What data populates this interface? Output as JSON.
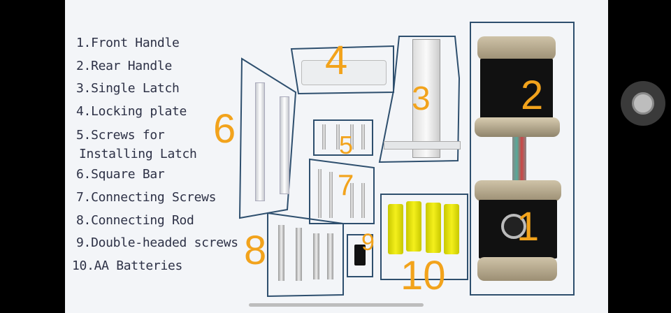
{
  "legend": [
    "1.Front Handle",
    "2.Rear Handle",
    "3.Single Latch",
    "4.Locking plate",
    "5.Screws for",
    "Installing Latch",
    "6.Square Bar",
    "7.Connecting Screws",
    "8.Connecting Rod",
    "9.Double-headed screws",
    "10.AA Batteries"
  ],
  "callouts": {
    "n1": "1",
    "n2": "2",
    "n3": "3",
    "n4": "4",
    "n5": "5",
    "n6": "6",
    "n7": "7",
    "n8": "8",
    "n9": "9",
    "n10": "10"
  },
  "colors": {
    "callout": "#f2a31c",
    "outline": "#2e4f6e",
    "legend_text": "#2d3146"
  }
}
